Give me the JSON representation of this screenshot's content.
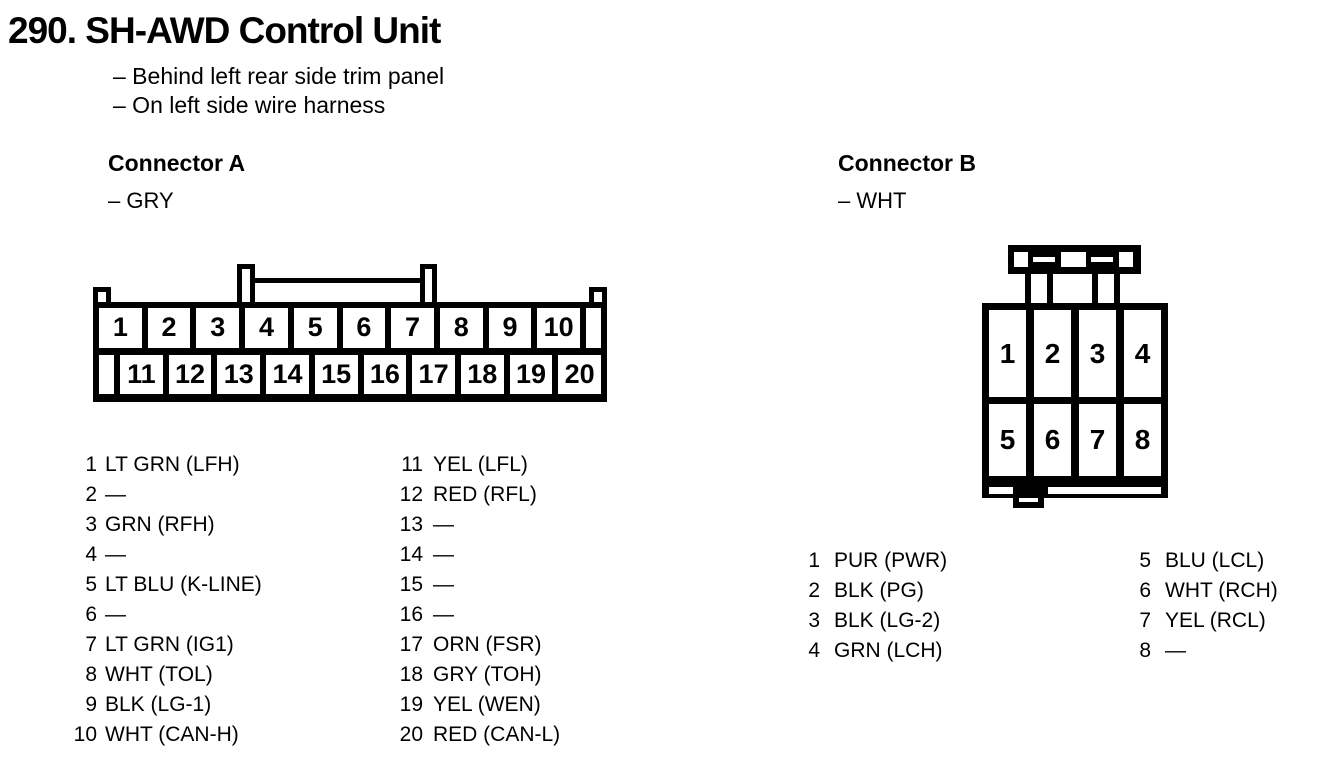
{
  "page": {
    "title": "290. SH-AWD Control Unit",
    "location_notes": [
      "– Behind left rear side trim panel",
      "– On left side wire harness"
    ]
  },
  "colors": {
    "ink": "#000000",
    "paper": "#ffffff"
  },
  "connector_a": {
    "heading": "Connector A",
    "color_note": "– GRY",
    "top_row_pins": [
      "1",
      "2",
      "3",
      "4",
      "5",
      "6",
      "7",
      "8",
      "9",
      "10"
    ],
    "bottom_row_pins": [
      "11",
      "12",
      "13",
      "14",
      "15",
      "16",
      "17",
      "18",
      "19",
      "20"
    ],
    "pins_left": [
      {
        "pin": "1",
        "wire": "LT GRN (LFH)"
      },
      {
        "pin": "2",
        "wire": "—"
      },
      {
        "pin": "3",
        "wire": "GRN (RFH)"
      },
      {
        "pin": "4",
        "wire": "—"
      },
      {
        "pin": "5",
        "wire": "LT BLU (K-LINE)"
      },
      {
        "pin": "6",
        "wire": "—"
      },
      {
        "pin": "7",
        "wire": "LT GRN (IG1)"
      },
      {
        "pin": "8",
        "wire": "WHT (TOL)"
      },
      {
        "pin": "9",
        "wire": "BLK (LG-1)"
      },
      {
        "pin": "10",
        "wire": "WHT (CAN-H)"
      }
    ],
    "pins_right": [
      {
        "pin": "11",
        "wire": "YEL (LFL)"
      },
      {
        "pin": "12",
        "wire": "RED (RFL)"
      },
      {
        "pin": "13",
        "wire": "—"
      },
      {
        "pin": "14",
        "wire": "—"
      },
      {
        "pin": "15",
        "wire": "—"
      },
      {
        "pin": "16",
        "wire": "—"
      },
      {
        "pin": "17",
        "wire": "ORN (FSR)"
      },
      {
        "pin": "18",
        "wire": "GRY (TOH)"
      },
      {
        "pin": "19",
        "wire": "YEL (WEN)"
      },
      {
        "pin": "20",
        "wire": "RED (CAN-L)"
      }
    ]
  },
  "connector_b": {
    "heading": "Connector B",
    "color_note": "– WHT",
    "top_row_pins": [
      "1",
      "2",
      "3",
      "4"
    ],
    "bottom_row_pins": [
      "5",
      "6",
      "7",
      "8"
    ],
    "pins_left": [
      {
        "pin": "1",
        "wire": "PUR (PWR)"
      },
      {
        "pin": "2",
        "wire": "BLK (PG)"
      },
      {
        "pin": "3",
        "wire": "BLK (LG-2)"
      },
      {
        "pin": "4",
        "wire": "GRN (LCH)"
      }
    ],
    "pins_right": [
      {
        "pin": "5",
        "wire": "BLU (LCL)"
      },
      {
        "pin": "6",
        "wire": "WHT (RCH)"
      },
      {
        "pin": "7",
        "wire": "YEL (RCL)"
      },
      {
        "pin": "8",
        "wire": "—"
      }
    ]
  }
}
